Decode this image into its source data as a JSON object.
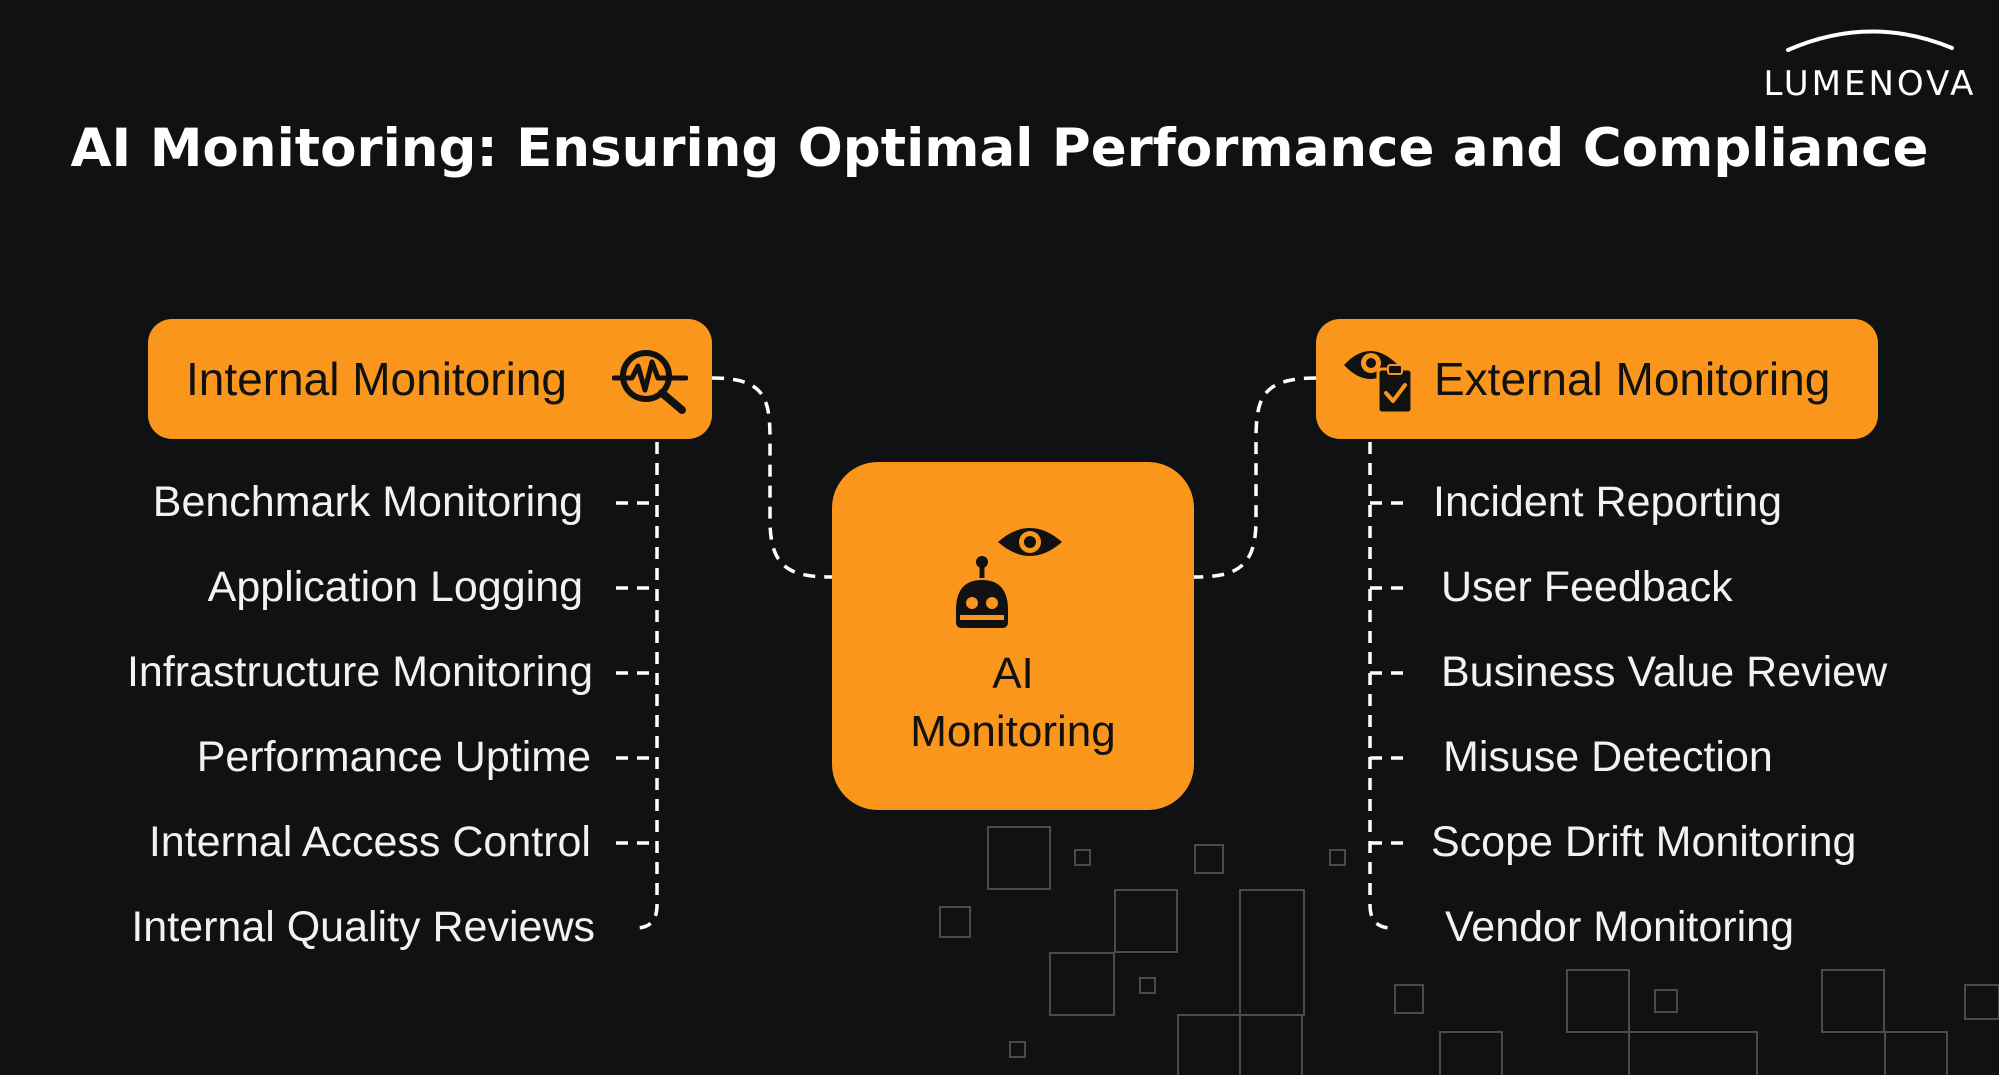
{
  "brand": {
    "logo_text": "LUMENOVA"
  },
  "title": "AI Monitoring: Ensuring Optimal Performance and Compliance",
  "center": {
    "line1": "AI",
    "line2": "Monitoring",
    "icon": "robot-eye-icon"
  },
  "internal": {
    "label": "Internal Monitoring",
    "icon": "pulse-magnifier-icon",
    "items": [
      "Benchmark Monitoring",
      "Application Logging",
      "Infrastructure Monitoring",
      "Performance Uptime",
      "Internal Access Control",
      "Internal Quality Reviews"
    ]
  },
  "external": {
    "label": "External Monitoring",
    "icon": "eye-clipboard-icon",
    "items": [
      "Incident Reporting",
      "User Feedback",
      "Business Value Review",
      "Misuse Detection",
      "Scope Drift Monitoring",
      "Vendor Monitoring"
    ]
  },
  "colors": {
    "background": "#101113",
    "accent": "#f9961b",
    "text": "#ffffff"
  }
}
